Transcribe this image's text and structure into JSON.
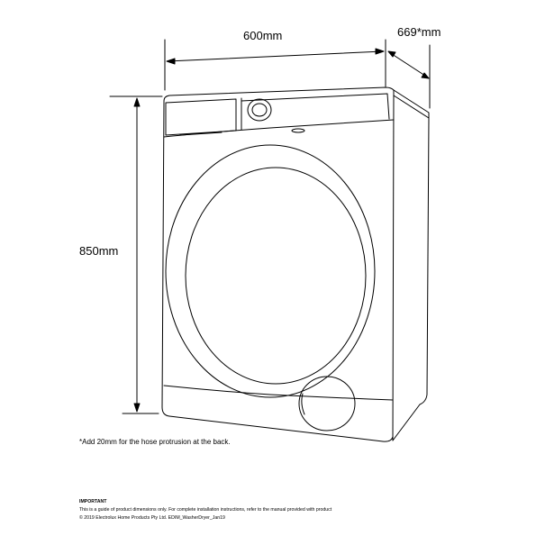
{
  "dimensions": {
    "width": "600mm",
    "depth": "669*mm",
    "height": "850mm"
  },
  "footnote": "*Add 20mm for the hose protrusion at the back.",
  "important": {
    "title": "IMPORTANT",
    "line1": "This is a guide of product dimensions only. For complete installation instructions, refer to the manual provided with product",
    "line2": "© 2019 Electrolux Home Products Pty Ltd. EDIM_WasherDryer_Jan19"
  }
}
